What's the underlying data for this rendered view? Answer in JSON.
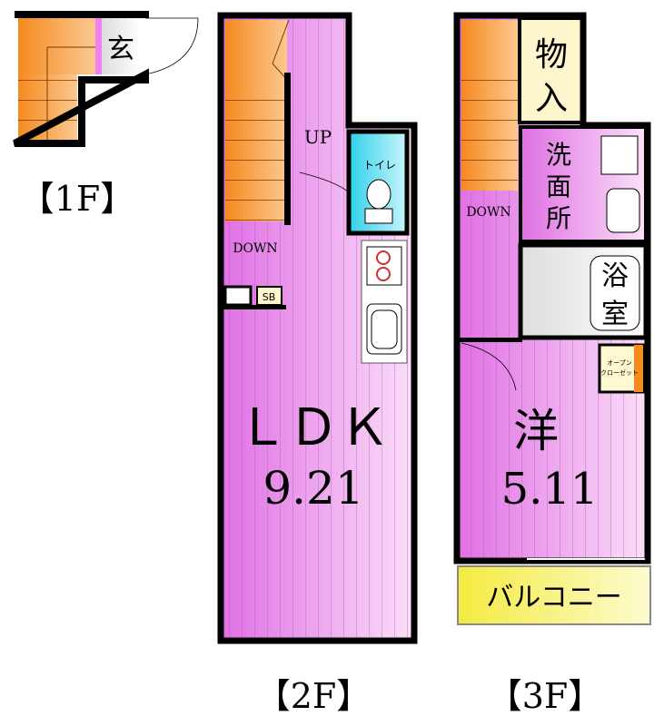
{
  "floors": {
    "f1": {
      "label": "【1F】",
      "entrance": "玄"
    },
    "f2": {
      "label": "【2F】",
      "up": "UP",
      "down": "DOWN",
      "toilet": "トイレ",
      "sb": "SB",
      "room_name": "ＬＤＫ",
      "room_size": "9.21"
    },
    "f3": {
      "label": "【3F】",
      "down": "DOWN",
      "storage": [
        "物",
        "入"
      ],
      "washroom": [
        "洗",
        "面",
        "所"
      ],
      "bath": [
        "浴",
        "室"
      ],
      "closet": [
        "オープン",
        "クローゼット"
      ],
      "room_name": "洋",
      "room_size": "5.11",
      "balcony": "バルコニー"
    }
  },
  "colors": {
    "stairs": "#f58a20",
    "room_pink": "#e77de8",
    "room_light": "#f9d6f6",
    "toilet": "#40d8ec",
    "storage": "#fdf6cc",
    "balcony": "#f7f06a",
    "wall": "#000000"
  }
}
